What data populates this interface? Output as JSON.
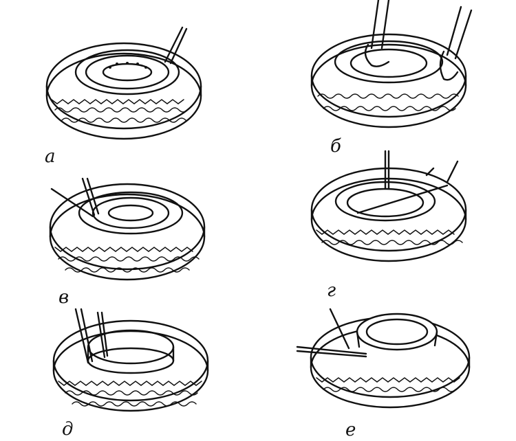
{
  "figure": {
    "panels": [
      {
        "id": "a",
        "label": "а",
        "step": "tool-at-bead-start"
      },
      {
        "id": "b",
        "label": "б",
        "step": "hands-press-bead"
      },
      {
        "id": "v",
        "label": "в",
        "step": "two-levers-at-bead"
      },
      {
        "id": "g",
        "label": "г",
        "step": "lever-inside-rim"
      },
      {
        "id": "d",
        "label": "д",
        "step": "rim-lifted-with-levers"
      },
      {
        "id": "e",
        "label": "е",
        "step": "rim-removed-lever-aside"
      }
    ]
  }
}
